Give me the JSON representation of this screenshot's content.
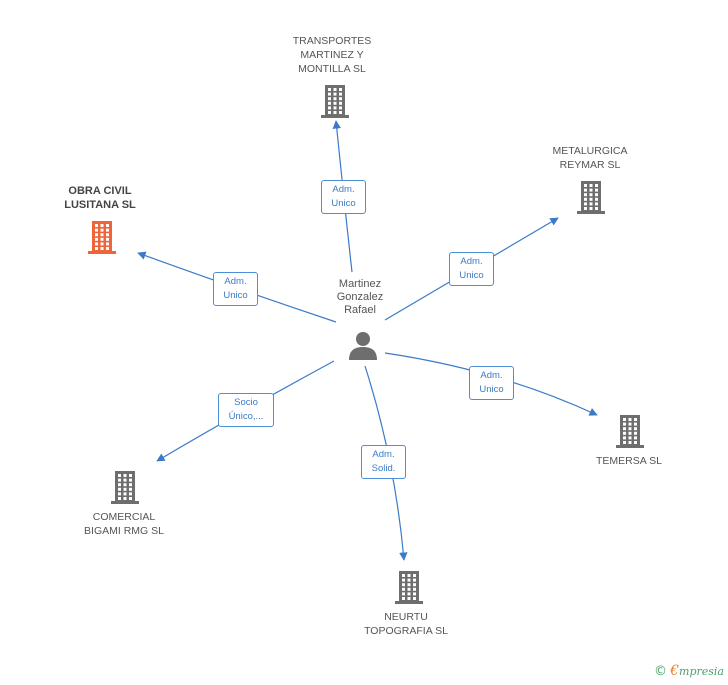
{
  "center": {
    "label": "Martinez\nGonzalez\nRafael"
  },
  "nodes": [
    {
      "id": "transportes",
      "label": "TRANSPORTES\nMARTINEZ Y\nMONTILLA SL",
      "relation": "Adm.\nUnico"
    },
    {
      "id": "obra-civil",
      "label": "OBRA CIVIL\nLUSITANA SL",
      "relation": "Adm.\nUnico",
      "focus": true
    },
    {
      "id": "metalurgica",
      "label": "METALURGICA\nREYMAR SL",
      "relation": "Adm.\nUnico"
    },
    {
      "id": "temersa",
      "label": "TEMERSA SL",
      "relation": "Adm.\nUnico"
    },
    {
      "id": "comercial",
      "label": "COMERCIAL\nBIGAMI RMG SL",
      "relation": "Socio\nÚnico,..."
    },
    {
      "id": "neurtu",
      "label": "NEURTU\nTOPOGRAFIA SL",
      "relation": "Adm.\nSolid."
    }
  ],
  "colors": {
    "edge": "#3a7bc8",
    "building": "#6e6e6e",
    "focus_building": "#f0643c",
    "person": "#6e6e6e"
  },
  "footer": {
    "copyright": "©",
    "brand_first": "€",
    "brand_rest": "mpresia"
  }
}
